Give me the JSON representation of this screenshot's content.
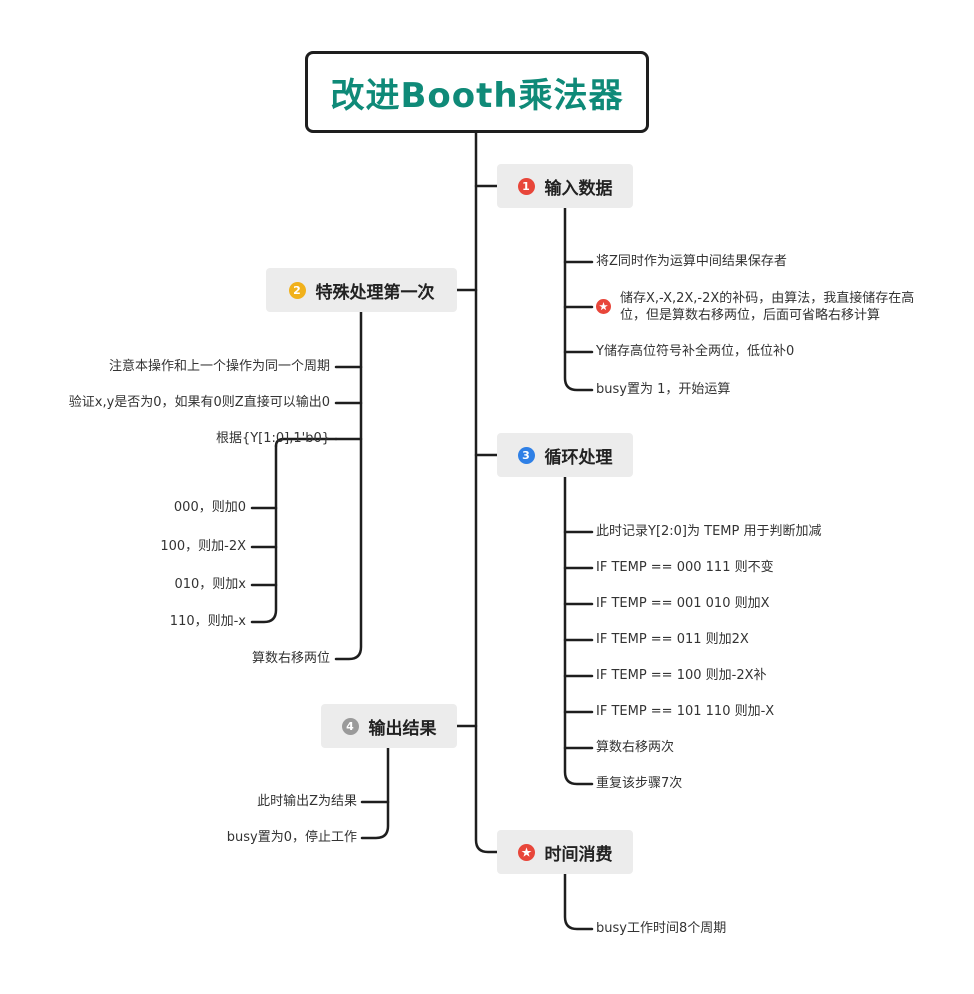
{
  "title": "改进Booth乘法器",
  "colors": {
    "title": "#0f8a78",
    "badge_red": "#e8463a",
    "badge_yellow": "#f1b11b",
    "badge_blue": "#2f80e6",
    "badge_gray": "#9a9a9a"
  },
  "branches": {
    "input": {
      "badge": "1",
      "label": "输入数据",
      "items": [
        "将Z同时作为运算中间结果保存者",
        "储存X,-X,2X,-2X的补码，由算法，我直接储存在高位，但是算数右移两位，后面可省略右移计算",
        "Y储存高位符号补全两位，低位补0",
        "busy置为 1，开始运算"
      ]
    },
    "special": {
      "badge": "2",
      "label": "特殊处理第一次",
      "items": [
        "注意本操作和上一个操作为同一个周期",
        "验证x,y是否为0，如果有0则Z直接可以输出0",
        "根据{Y[1:0],1'b0}",
        "算数右移两位"
      ],
      "sub_items": [
        "000，则加0",
        "100，则加-2X",
        "010，则加x",
        "110，则加-x"
      ]
    },
    "loop": {
      "badge": "3",
      "label": "循环处理",
      "items": [
        "此时记录Y[2:0]为 TEMP 用于判断加减",
        "IF TEMP == 000 111 则不变",
        "IF TEMP == 001 010 则加X",
        "IF TEMP == 011 则加2X",
        "IF TEMP == 100 则加-2X补",
        "IF TEMP == 101 110 则加-X",
        "算数右移两次",
        "重复该步骤7次"
      ]
    },
    "output": {
      "badge": "4",
      "label": "输出结果",
      "items": [
        "此时输出Z为结果",
        "busy置为0，停止工作"
      ]
    },
    "time": {
      "badge": "star",
      "label": "时间消费",
      "items": [
        "busy工作时间8个周期"
      ]
    }
  }
}
